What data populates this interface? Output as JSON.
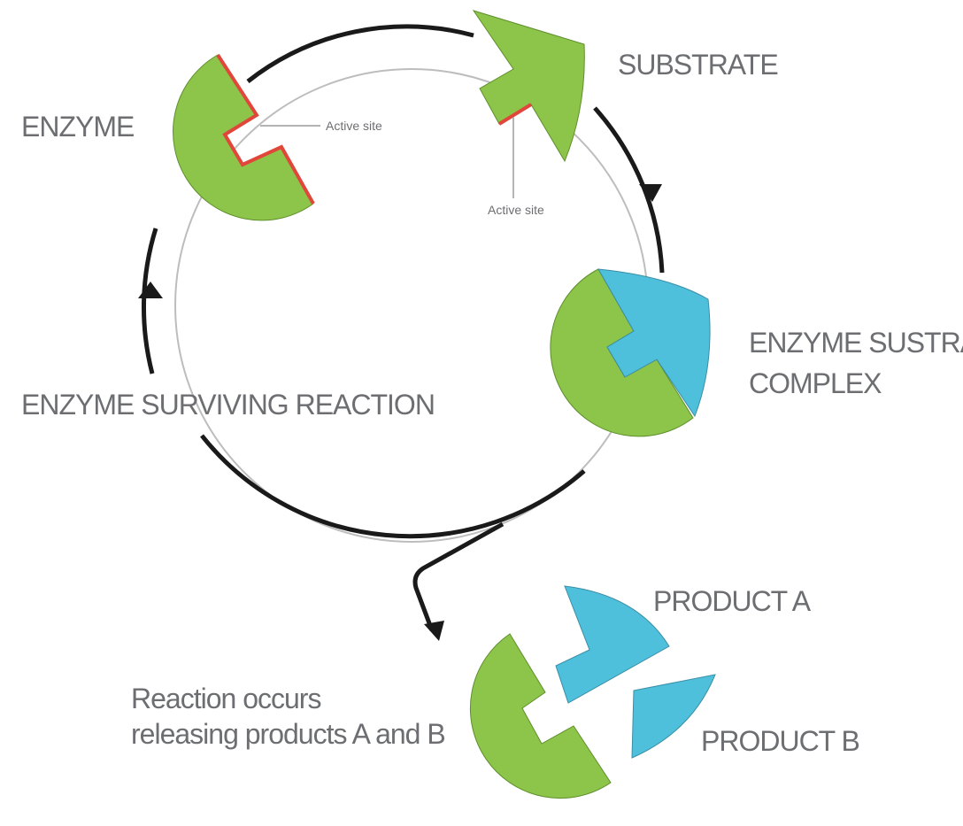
{
  "labels": {
    "enzyme": "ENZYME",
    "substrate": "SUBSTRATE",
    "complex_line1": "ENZYME SUSTRATE",
    "complex_line2": "COMPLEX",
    "surviving": "ENZYME SURVIVING REACTION",
    "active_site_enzyme": "Active site",
    "active_site_substrate": "Active site",
    "product_a": "PRODUCT A",
    "product_b": "PRODUCT B",
    "reaction_line1": "Reaction occurs",
    "reaction_line2": "releasing products A and B"
  },
  "colors": {
    "enzyme": "#8dc44a",
    "substrate": "#8dc44a",
    "complex_substrate": "#4fc0dc",
    "products": "#4fc0dc",
    "active_site": "#e0473a",
    "cycle_arrow": "#1a1a1a",
    "inner_ring": "#bdbdbd",
    "text": "#6d6e71"
  }
}
